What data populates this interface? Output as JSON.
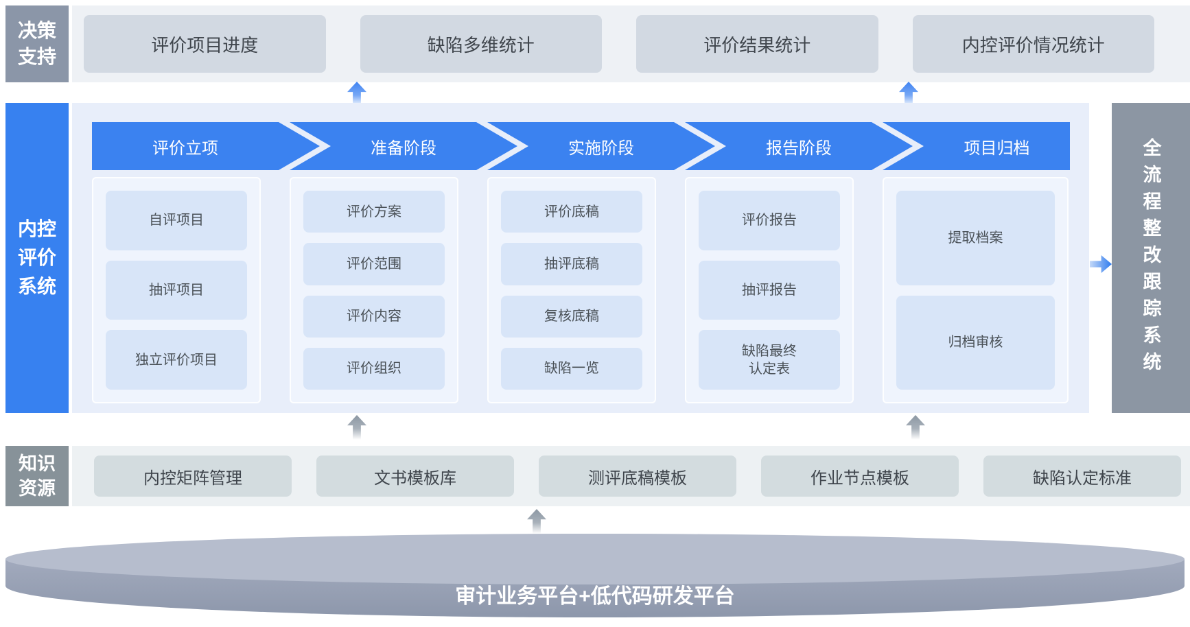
{
  "colors": {
    "accent_blue": "#3b82f0",
    "light_blue_bg": "#e8eefa",
    "panel_bg": "#eff4fd",
    "item_blue": "#d8e5f8",
    "top_label_gray": "#8b96a8",
    "knowledge_label_gray": "#879299",
    "right_bar_gray": "#8c96a3",
    "top_box_gray": "#d2d9e2",
    "knowledge_box_gray": "#d3dcdf",
    "platform_gray": "#9ba4b7"
  },
  "icons": {
    "up_arrow": "arrow pointing up (CSS shape)",
    "right_arrow": "arrow pointing right (CSS shape)"
  },
  "top_row": {
    "label": "决策支持",
    "items": [
      "评价项目进度",
      "缺陷多维统计",
      "评价结果统计",
      "内控评价情况统计"
    ]
  },
  "process": {
    "label": "内控评价系统",
    "stages": [
      {
        "title": "评价立项",
        "items": [
          "自评项目",
          "抽评项目",
          "独立评价项目"
        ]
      },
      {
        "title": "准备阶段",
        "items": [
          "评价方案",
          "评价范围",
          "评价内容",
          "评价组织"
        ]
      },
      {
        "title": "实施阶段",
        "items": [
          "评价底稿",
          "抽评底稿",
          "复核底稿",
          "缺陷一览"
        ]
      },
      {
        "title": "报告阶段",
        "items": [
          "评价报告",
          "抽评报告",
          "缺陷最终认定表"
        ]
      },
      {
        "title": "项目归档",
        "items": [
          "提取档案",
          "归档审核"
        ]
      }
    ]
  },
  "right_panel": {
    "label": "全流程整改跟踪系统"
  },
  "knowledge_row": {
    "label": "知识资源",
    "items": [
      "内控矩阵管理",
      "文书模板库",
      "测评底稿模板",
      "作业节点模板",
      "缺陷认定标准"
    ]
  },
  "platform": {
    "label": "审计业务平台+低代码研发平台"
  }
}
